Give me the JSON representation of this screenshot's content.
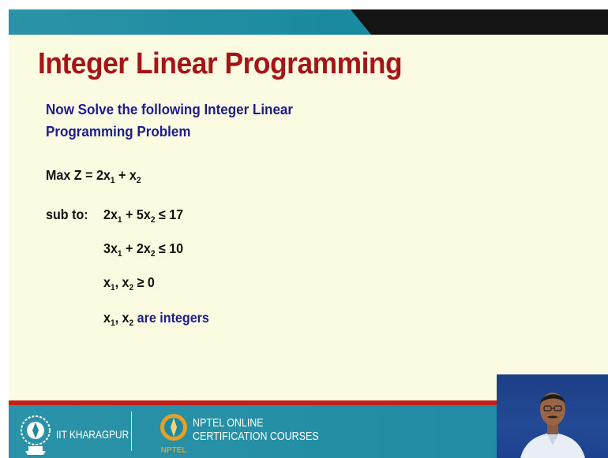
{
  "slide": {
    "title": "Integer Linear Programming",
    "intro_lines": [
      "Now Solve the following Integer Linear",
      "Programming  Problem"
    ],
    "objective": {
      "prefix": "Max Z = 2x",
      "sub1": "1",
      "mid": " + x",
      "sub2": "2"
    },
    "constraints": {
      "label": "sub to:",
      "c1": {
        "a": "2x",
        "s1": "1",
        "b": " + 5x",
        "s2": "2",
        "rel": " ≤ 17"
      },
      "c2": {
        "a": "3x",
        "s1": "1",
        "b": " + 2x",
        "s2": "2",
        "rel": " ≤ 10"
      },
      "c3": {
        "a": "x",
        "s1": "1",
        "b": ", x",
        "s2": "2",
        "rel": " ≥ 0"
      },
      "c4": {
        "a": "x",
        "s1": "1",
        "b": ", x",
        "s2": "2",
        "rel": " are integers"
      }
    }
  },
  "footer": {
    "institute": "IIT KHARAGPUR",
    "nptel_line1": "NPTEL ONLINE",
    "nptel_line2": "CERTIFICATION COURSES",
    "nptel_logo_text": "NPTEL"
  },
  "colors": {
    "title": "#a51416",
    "intro": "#1c1c8c",
    "background": "#fbfbe1",
    "band": "#1a8aa0",
    "accent_red": "#c0201a"
  },
  "icons": [
    "iit-kharagpur-logo",
    "nptel-logo",
    "presenter-webcam"
  ]
}
